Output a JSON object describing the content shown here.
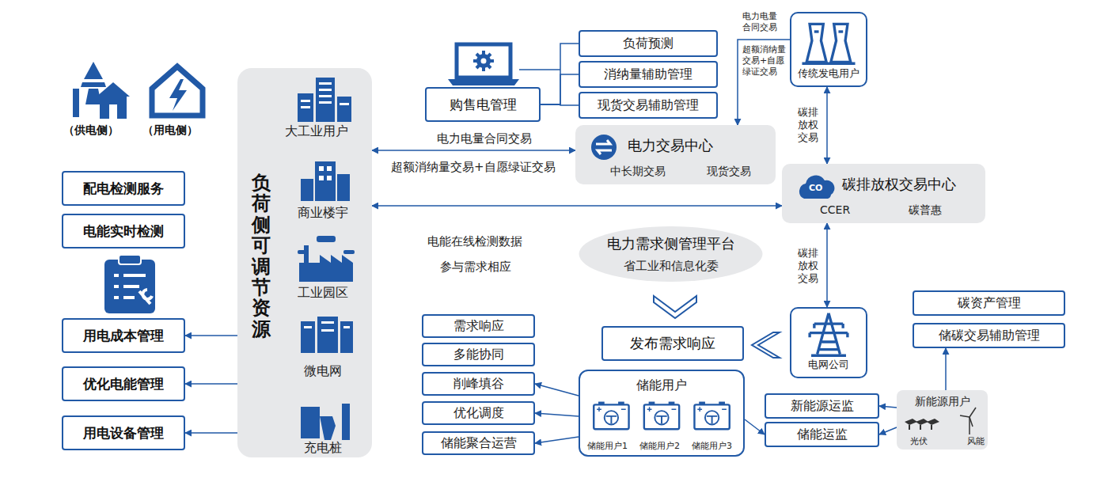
{
  "diagram": {
    "nodes": [
      {
        "text": [
          "配电检测服务"
        ]
      },
      {
        "text": [
          "电能实时检测"
        ]
      },
      {
        "text": [
          "用电成本管理"
        ]
      },
      {
        "text": [
          "优化电能管理"
        ]
      },
      {
        "text": [
          "用电设备管理"
        ]
      },
      {
        "text": [
          "负荷侧可调节资源"
        ]
      },
      {
        "text": [
          "购售电管理"
        ]
      },
      {
        "text": [
          "负荷预测"
        ]
      },
      {
        "text": [
          "消纳量辅助管理"
        ]
      },
      {
        "text": [
          "现货交易辅助管理"
        ]
      },
      {
        "text": [
          "传统发电用户"
        ]
      },
      {
        "text": [
          "电力交易中心",
          "中长期交易",
          "现货交易"
        ]
      },
      {
        "text": [
          "CO",
          "碳排放权交易中心",
          "CCER",
          "碳普惠"
        ]
      },
      {
        "text": [
          "电力需求侧管理平台",
          "省工业和信息化委"
        ]
      },
      {
        "text": [
          "发布需求响应"
        ]
      },
      {
        "text": [
          "电网公司"
        ]
      },
      {
        "text": [
          "碳资产管理"
        ]
      },
      {
        "text": [
          "储碳交易辅助管理"
        ]
      },
      {
        "text": [
          "需求响应"
        ]
      },
      {
        "text": [
          "多能协同"
        ]
      },
      {
        "text": [
          "削峰填谷"
        ]
      },
      {
        "text": [
          "优化调度"
        ]
      },
      {
        "text": [
          "储能聚合运营"
        ]
      },
      {
        "text": [
          "储能用户"
        ]
      },
      {
        "text": [
          "新能源运监"
        ]
      },
      {
        "text": [
          "储能运监"
        ]
      },
      {
        "text": [
          "新能源用户"
        ]
      }
    ],
    "edges": [
      {
        "from": 5,
        "to": 2,
        "arrow": "to"
      },
      {
        "from": 5,
        "to": 3,
        "arrow": "to"
      },
      {
        "from": 5,
        "to": 4,
        "arrow": "to"
      },
      {
        "from": 6,
        "to": 7,
        "arrow": "none"
      },
      {
        "from": 6,
        "to": 8,
        "arrow": "none"
      },
      {
        "from": 6,
        "to": 9,
        "arrow": "none"
      },
      {
        "from": 5,
        "to": 11,
        "label": "电力电量合同交易",
        "arrow": "both"
      },
      {
        "from": 10,
        "to": 11,
        "label": "电力电量 合同交易",
        "arrow": "to"
      },
      {
        "from": 10,
        "to": 12,
        "label": "碳排 放权 交易",
        "arrow": "both"
      },
      {
        "from": 5,
        "to": 12,
        "arrow": "both"
      },
      {
        "from": 12,
        "to": 15,
        "label": "碳排 放权 交易",
        "arrow": "both"
      },
      {
        "from": 23,
        "to": 20,
        "arrow": "to"
      },
      {
        "from": 23,
        "to": 21,
        "arrow": "to"
      },
      {
        "from": 23,
        "to": 22,
        "arrow": "to"
      },
      {
        "from": 23,
        "to": 25,
        "arrow": "to"
      },
      {
        "from": 26,
        "to": 24,
        "arrow": "to"
      },
      {
        "from": 26,
        "to": 25,
        "arrow": "to"
      },
      {
        "from": 26,
        "to": 17,
        "arrow": "to"
      }
    ],
    "labels": [
      "（供电侧）",
      "（用电侧）",
      "大工业用户",
      "商业楼宇",
      "工业园区",
      "微电网",
      "充电桩",
      "超额消纳量交易+自愿绿证交易",
      "超额消纳量 交易+自愿 绿证交易",
      "电能在线检测数据",
      "参与需求相应",
      "储能用户1",
      "储能用户2",
      "储能用户3",
      "光伏",
      "风能"
    ]
  }
}
